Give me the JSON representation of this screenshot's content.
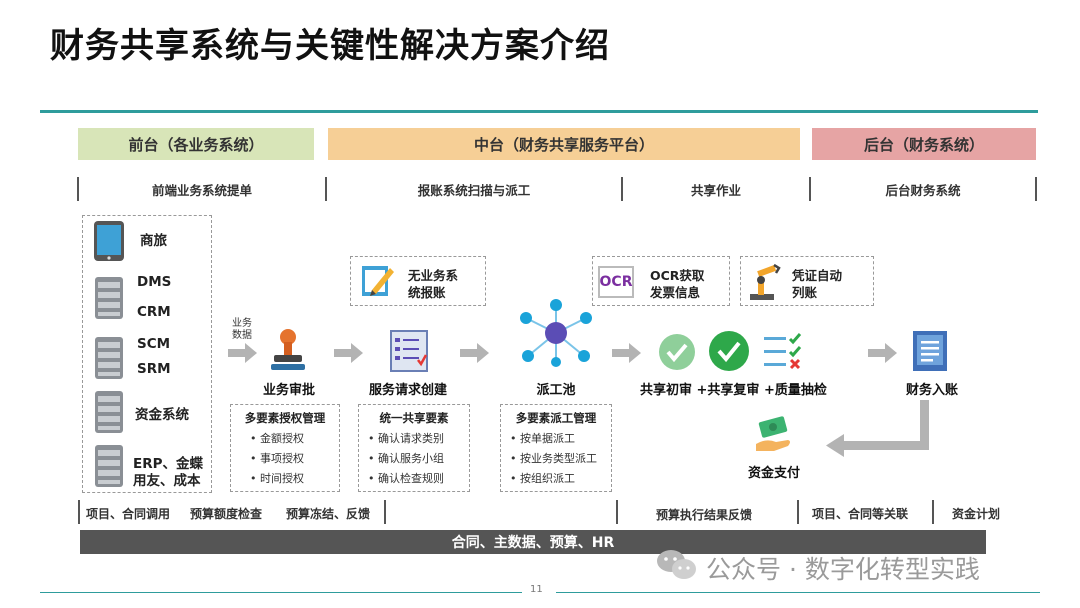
{
  "title": "财务共享系统与关键性解决方案介绍",
  "zones": {
    "front": {
      "label": "前台（各业务系统）",
      "color": "#d8e5b8"
    },
    "middle": {
      "label": "中台（财务共享服务平台）",
      "color": "#f6cf96"
    },
    "back": {
      "label": "后台（财务系统）",
      "color": "#e6a4a4"
    }
  },
  "sub_headers": {
    "front": "前端业务系统提单",
    "scan": "报账系统扫描与派工",
    "shared": "共享作业",
    "back": "后台财务系统"
  },
  "systems": [
    "商旅",
    "DMS",
    "CRM",
    "SCM",
    "SRM",
    "资金系统",
    "ERP、金蝶",
    "用友、成本"
  ],
  "flow_data_label": [
    "业务",
    "数据"
  ],
  "nodes": {
    "approval": "业务审批",
    "request": "服务请求创建",
    "pool": "派工池",
    "review": "共享初审 +共享复审 +质量抽检",
    "posting": "财务入账",
    "payment": "资金支付"
  },
  "callouts": {
    "non_business": [
      "无业务系",
      "统报账"
    ],
    "ocr_badge": "OCR",
    "ocr": [
      "OCR获取",
      "发票信息"
    ],
    "voucher": [
      "凭证自动",
      "列账"
    ]
  },
  "boxes": {
    "auth": {
      "title": "多要素授权管理",
      "items": [
        "金额授权",
        "事项授权",
        "时间授权"
      ]
    },
    "elements": {
      "title": "统一共享要素",
      "items": [
        "确认请求类别",
        "确认服务小组",
        "确认检查规则"
      ]
    },
    "dispatch": {
      "title": "多要素派工管理",
      "items": [
        "按单据派工",
        "按业务类型派工",
        "按组织派工"
      ]
    }
  },
  "bottom_labels": {
    "project": "项目、合同调用",
    "budget_check": "预算额度检查",
    "budget_freeze": "预算冻结、反馈",
    "budget_feedback": "预算执行结果反馈",
    "project_link": "项目、合同等关联",
    "fund_plan": "资金计划"
  },
  "base_bar": "合同、主数据、预算、HR",
  "watermark": "公众号 · 数字化转型实践",
  "page_number": "11",
  "colors": {
    "teal": "#2e9c9c",
    "arrow": "#b3b3b3",
    "check_light": "#8fcf9a",
    "check_dark": "#2ea84a",
    "node_blue": "#1aa3d9",
    "node_purple": "#5b4db5"
  }
}
